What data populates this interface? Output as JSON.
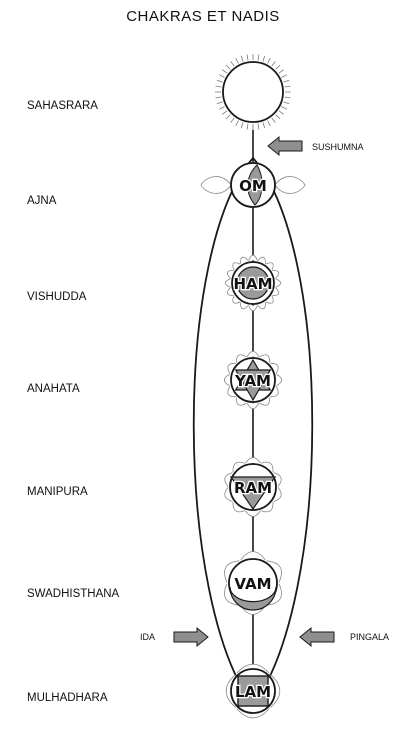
{
  "title": "CHAKRAS ET NADIS",
  "chakras": [
    {
      "name": "SAHASRARA",
      "mantra": ""
    },
    {
      "name": "AJNA",
      "mantra": "OM"
    },
    {
      "name": "VISHUDDA",
      "mantra": "HAM"
    },
    {
      "name": "ANAHATA",
      "mantra": "YAM"
    },
    {
      "name": "MANIPURA",
      "mantra": "RAM"
    },
    {
      "name": "SWADHISTHANA",
      "mantra": "VAM"
    },
    {
      "name": "MULHADHARA",
      "mantra": "LAM"
    }
  ],
  "nadis": {
    "sushumna": "SUSHUMNA",
    "ida": "IDA",
    "pingala": "PINGALA"
  },
  "colors": {
    "line": "#1a1a1a",
    "arrow_fill": "#8f8f8f",
    "shade": "#9a9a9a",
    "petal": "#b8b8b8"
  }
}
